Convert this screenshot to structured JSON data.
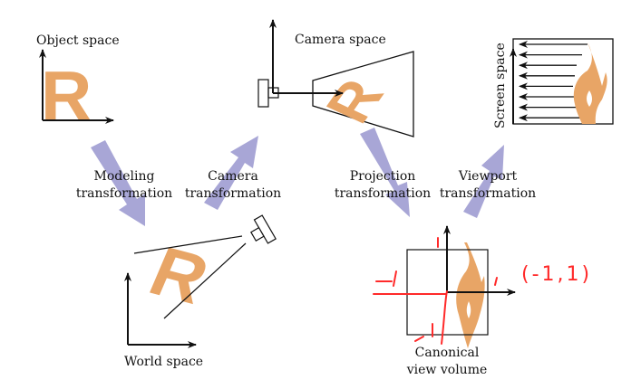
{
  "labels": {
    "object_space": "Object space",
    "camera_space": "Camera space",
    "screen_space": "Screen space",
    "world_space": "World space",
    "canonical_1": "Canonical",
    "canonical_2": "view volume",
    "modeling_1": "Modeling",
    "modeling_2": "transformation",
    "camera_1": "Camera",
    "camera_2": "transformation",
    "projection_1": "Projection",
    "projection_2": "transformation",
    "viewport_1": "Viewport",
    "viewport_2": "transformation"
  },
  "glyph": "R",
  "annotation": "(-1,1)",
  "colors": {
    "letter": "#e8a566",
    "arrow": "#a8a6d6",
    "ink": "#111111",
    "annotation": "#ff2a2a"
  }
}
